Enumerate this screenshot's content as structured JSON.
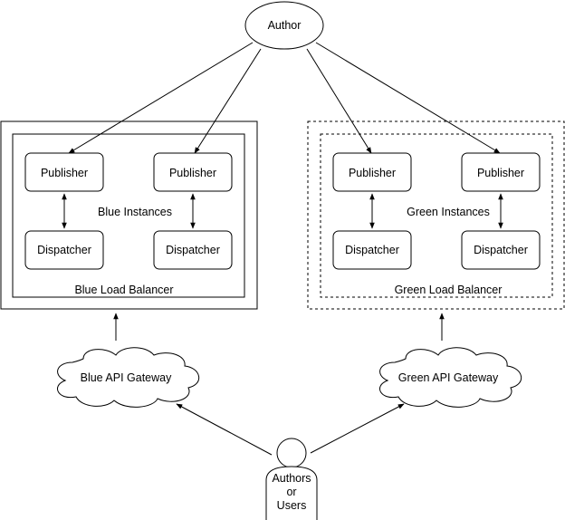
{
  "nodes": {
    "author": "Author",
    "blue_publisher_1": "Publisher",
    "blue_publisher_2": "Publisher",
    "blue_dispatcher_1": "Dispatcher",
    "blue_dispatcher_2": "Dispatcher",
    "blue_instances": "Blue Instances",
    "blue_load_balancer": "Blue Load Balancer",
    "green_publisher_1": "Publisher",
    "green_publisher_2": "Publisher",
    "green_dispatcher_1": "Dispatcher",
    "green_dispatcher_2": "Dispatcher",
    "green_instances": "Green Instances",
    "green_load_balancer": "Green Load Balancer",
    "blue_api_gateway": "Blue API Gateway",
    "green_api_gateway": "Green API Gateway",
    "users_line1": "Authors",
    "users_line2": "or",
    "users_line3": "Users"
  },
  "edges": [
    {
      "from": "Author",
      "to": "Publisher (Blue 1)",
      "style": "arrow"
    },
    {
      "from": "Author",
      "to": "Publisher (Blue 2)",
      "style": "arrow"
    },
    {
      "from": "Author",
      "to": "Publisher (Green 1)",
      "style": "arrow"
    },
    {
      "from": "Author",
      "to": "Publisher (Green 2)",
      "style": "arrow"
    },
    {
      "from": "Publisher (Blue 1)",
      "to": "Dispatcher (Blue 1)",
      "style": "double-arrow"
    },
    {
      "from": "Publisher (Blue 2)",
      "to": "Dispatcher (Blue 2)",
      "style": "double-arrow"
    },
    {
      "from": "Publisher (Green 1)",
      "to": "Dispatcher (Green 1)",
      "style": "double-arrow"
    },
    {
      "from": "Publisher (Green 2)",
      "to": "Dispatcher (Green 2)",
      "style": "double-arrow"
    },
    {
      "from": "Blue API Gateway",
      "to": "Blue Load Balancer",
      "style": "arrow"
    },
    {
      "from": "Green API Gateway",
      "to": "Green Load Balancer",
      "style": "arrow"
    },
    {
      "from": "Authors or Users",
      "to": "Blue API Gateway",
      "style": "arrow"
    },
    {
      "from": "Authors or Users",
      "to": "Green API Gateway",
      "style": "arrow"
    }
  ],
  "colors": {
    "stroke": "#000000",
    "fill": "#ffffff",
    "text": "#000000"
  }
}
